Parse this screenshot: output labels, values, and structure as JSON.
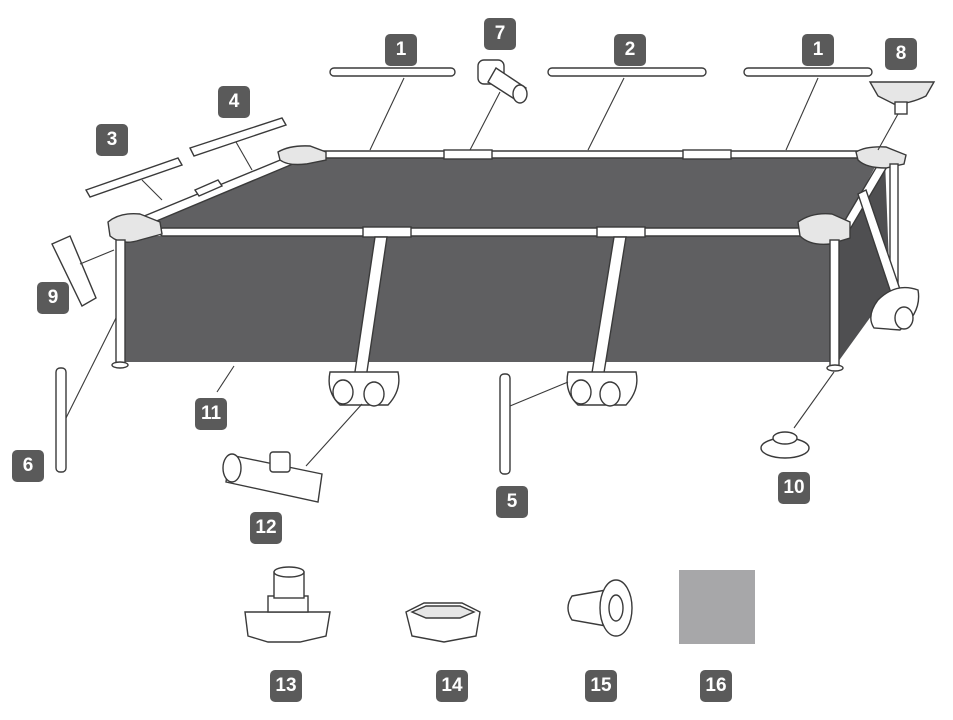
{
  "diagram": {
    "callouts": [
      {
        "id": "c1a",
        "label": "1"
      },
      {
        "id": "c7",
        "label": "7"
      },
      {
        "id": "c2",
        "label": "2"
      },
      {
        "id": "c1b",
        "label": "1"
      },
      {
        "id": "c8",
        "label": "8"
      },
      {
        "id": "c4",
        "label": "4"
      },
      {
        "id": "c3",
        "label": "3"
      },
      {
        "id": "c9",
        "label": "9"
      },
      {
        "id": "c11",
        "label": "11"
      },
      {
        "id": "c6",
        "label": "6"
      },
      {
        "id": "c12",
        "label": "12"
      },
      {
        "id": "c5",
        "label": "5"
      },
      {
        "id": "c10",
        "label": "10"
      },
      {
        "id": "c13",
        "label": "13"
      },
      {
        "id": "c14",
        "label": "14"
      },
      {
        "id": "c15",
        "label": "15"
      },
      {
        "id": "c16",
        "label": "16"
      }
    ],
    "colors": {
      "badge": "#5a5a5a",
      "liner": "#5f5f61",
      "patch": "#a7a7a9",
      "outline": "#3a3a3a"
    }
  }
}
